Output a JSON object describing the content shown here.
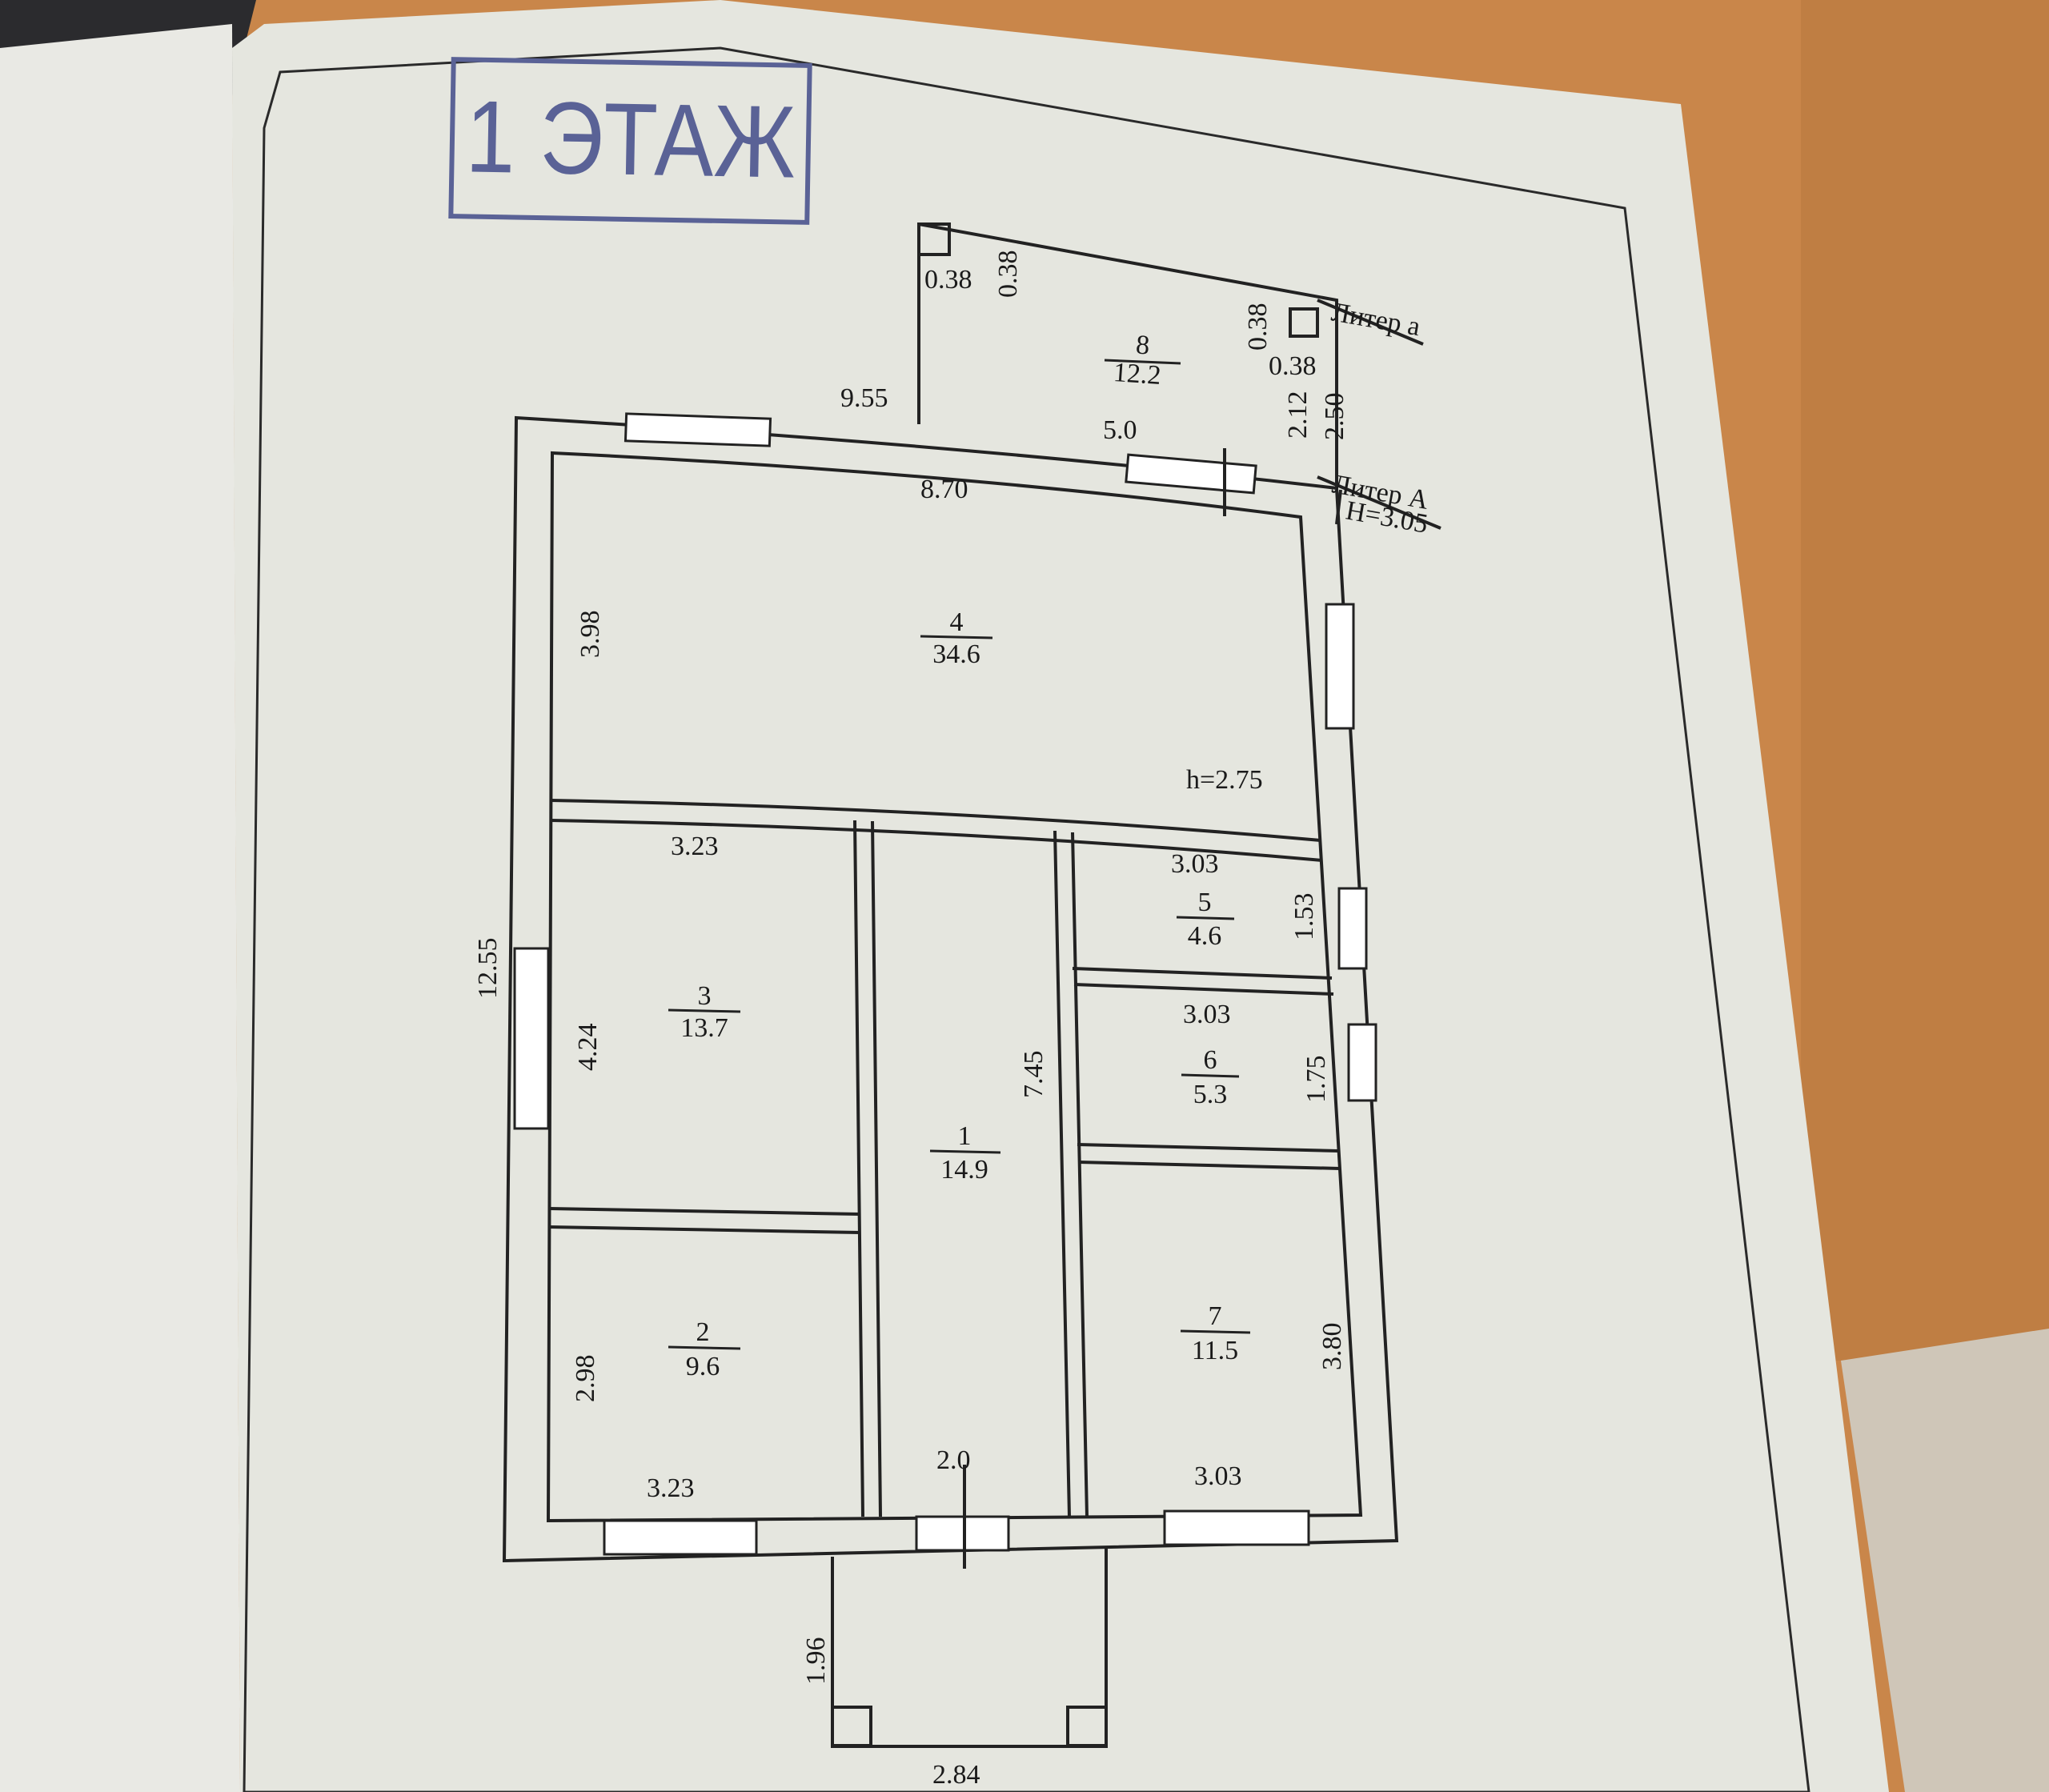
{
  "stamp": {
    "text": "1 ЭТАЖ",
    "color": "#5a6296"
  },
  "labels": {
    "liter_a_small": "Литер а",
    "liter_A": "Литер А",
    "height_A": "H=3.05",
    "ceiling": "h=2.75"
  },
  "rooms": [
    {
      "number": "1",
      "area": "14.9"
    },
    {
      "number": "2",
      "area": "9.6"
    },
    {
      "number": "3",
      "area": "13.7"
    },
    {
      "number": "4",
      "area": "34.6"
    },
    {
      "number": "5",
      "area": "4.6"
    },
    {
      "number": "6",
      "area": "5.3"
    },
    {
      "number": "7",
      "area": "11.5"
    },
    {
      "number": "8",
      "area": "12.2"
    }
  ],
  "dimensions": {
    "d038a": "0.38",
    "d038b": "0.38",
    "d038c": "0.38",
    "d038d": "0.38",
    "d955": "9.55",
    "d50": "5.0",
    "d212": "2.12",
    "d250": "2.50",
    "d870": "8.70",
    "d398": "3.98",
    "d1255": "12.55",
    "d323a": "3.23",
    "d424": "4.24",
    "d745": "7.45",
    "d303a": "3.03",
    "d153": "1.53",
    "d303b": "3.03",
    "d175": "1.75",
    "d298": "2.98",
    "d323b": "3.23",
    "d20": "2.0",
    "d303c": "3.03",
    "d380": "3.80",
    "d196": "1.96",
    "d284": "2.84"
  },
  "colors": {
    "paper": "#e5e6df",
    "background": "#c9864a",
    "ink": "#1a1a1a"
  }
}
